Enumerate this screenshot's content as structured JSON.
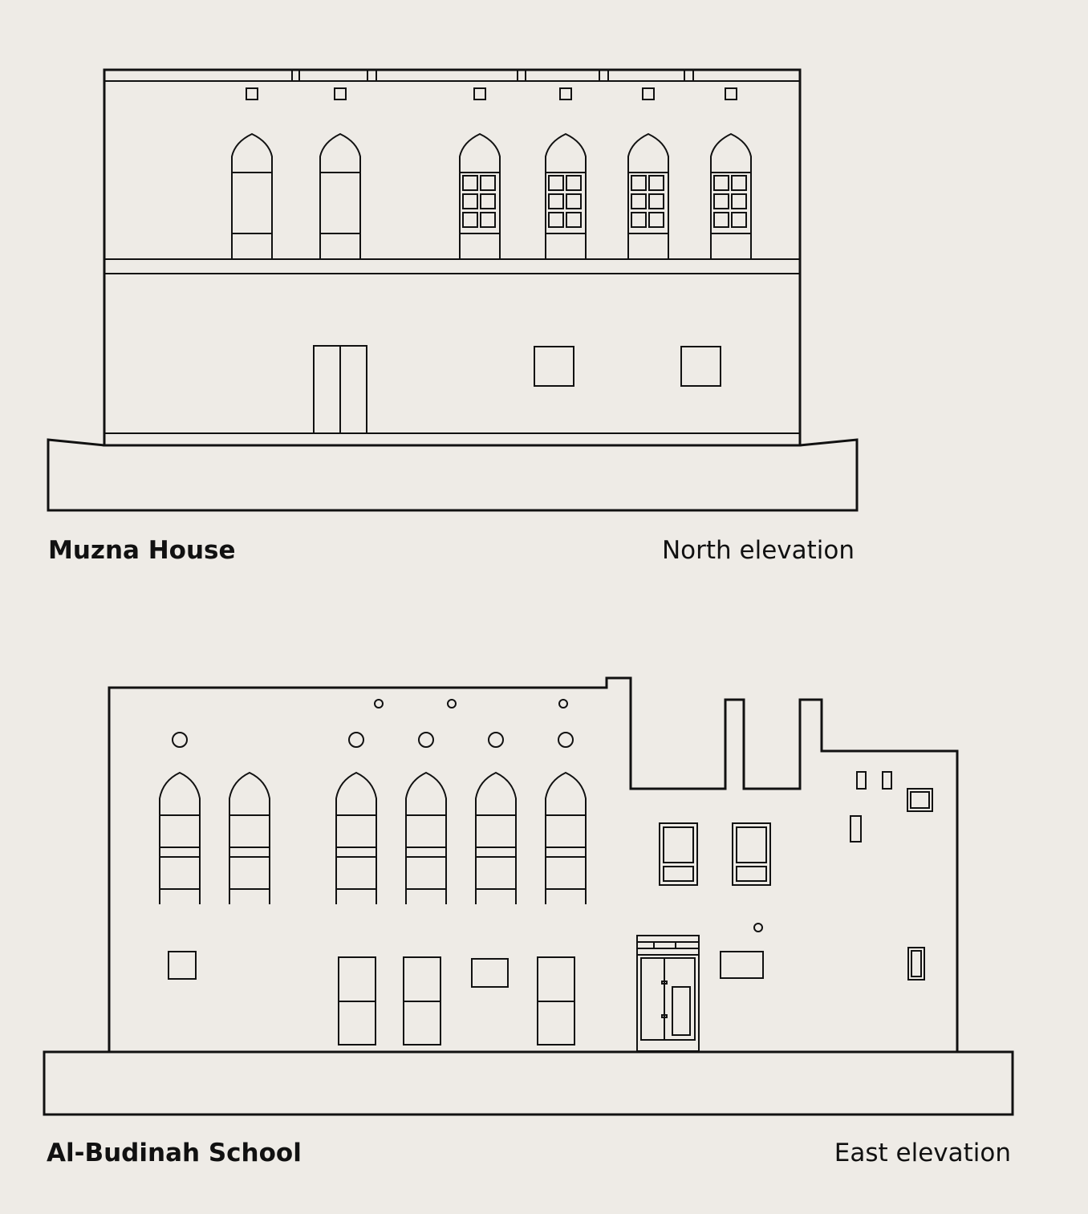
{
  "colors": {
    "background": "#eeebe6",
    "line": "#111111"
  },
  "drawings": [
    {
      "name": "Muzna House",
      "view": "North elevation"
    },
    {
      "name": "Al-Budinah School",
      "view": "East elevation"
    }
  ]
}
